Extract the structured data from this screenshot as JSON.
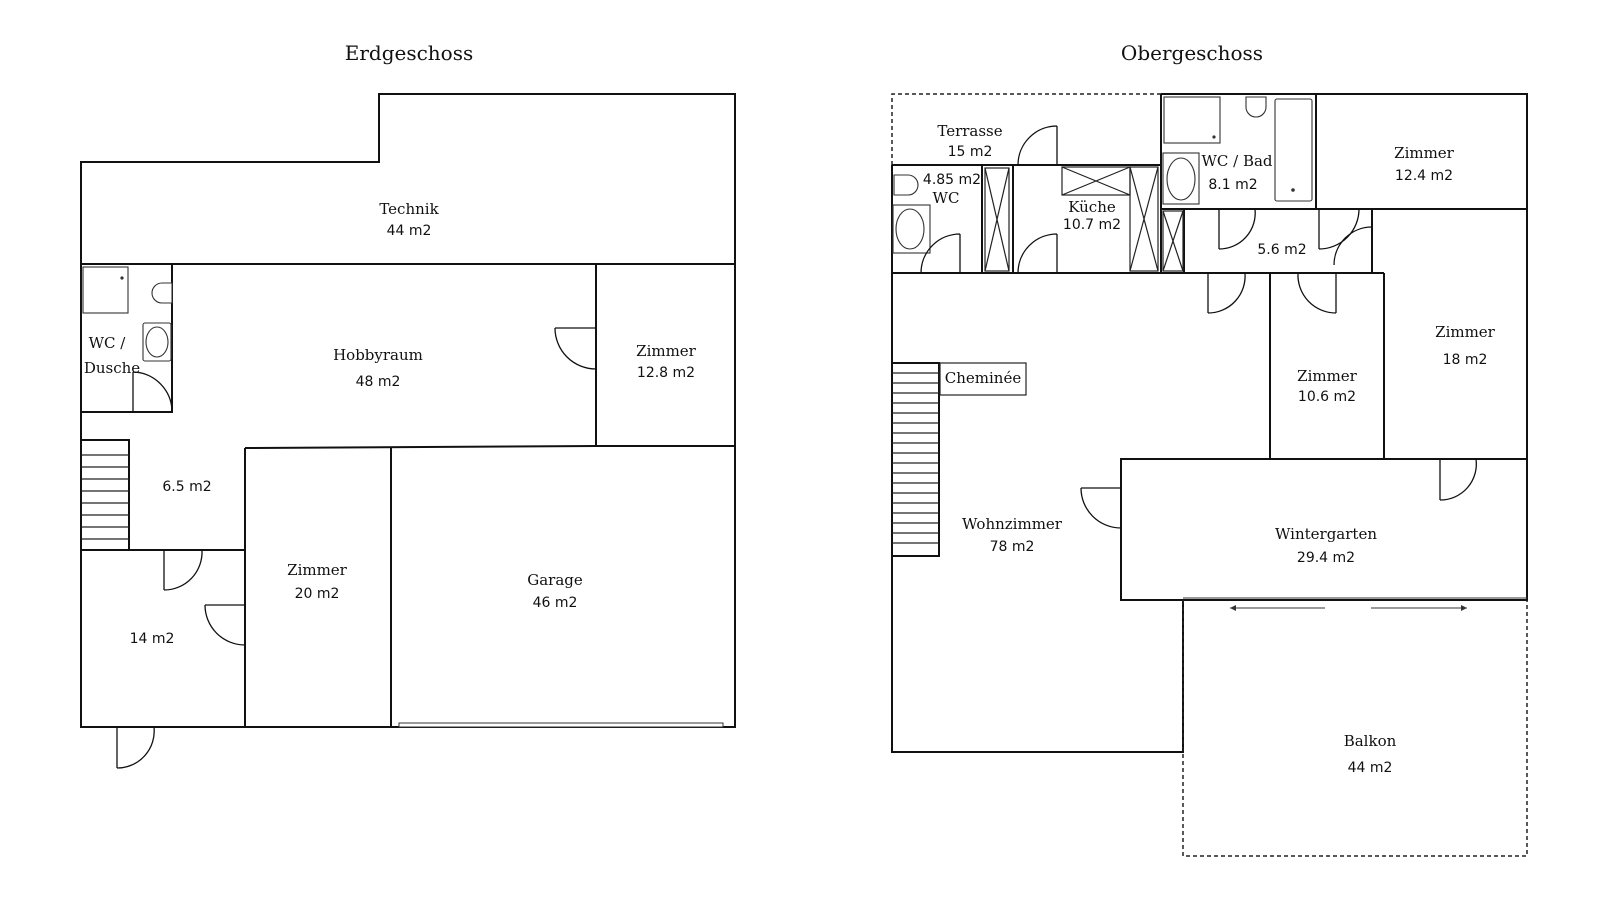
{
  "titles": {
    "ground": "Erdgeschoss",
    "upper": "Obergeschoss"
  },
  "ground_floor": {
    "technik": {
      "name": "Technik",
      "area": "44 m2"
    },
    "wc_dusche": {
      "name_line1": "WC /",
      "name_line2": "Dusche"
    },
    "hobbyraum": {
      "name": "Hobbyraum",
      "area": "48 m2"
    },
    "zimmer_a": {
      "name": "Zimmer",
      "area": "12.8 m2"
    },
    "flur": {
      "area": "6.5 m2"
    },
    "zimmer_b": {
      "name": "Zimmer",
      "area": "20 m2"
    },
    "garage": {
      "name": "Garage",
      "area": "46 m2"
    },
    "raum_14": {
      "area": "14 m2"
    }
  },
  "upper_floor": {
    "terrasse": {
      "name": "Terrasse",
      "area": "15 m2"
    },
    "wc": {
      "name": "WC",
      "area": "4.85 m2"
    },
    "kueche": {
      "name": "Küche",
      "area": "10.7 m2"
    },
    "wc_bad": {
      "name": "WC / Bad",
      "area": "8.1 m2"
    },
    "zimmer_a": {
      "name": "Zimmer",
      "area": "12.4 m2"
    },
    "flur": {
      "area": "5.6 m2"
    },
    "cheminee": {
      "name": "Cheminée"
    },
    "zimmer_b": {
      "name": "Zimmer",
      "area": "10.6 m2"
    },
    "zimmer_c": {
      "name": "Zimmer",
      "area": "18 m2"
    },
    "wohnzimmer": {
      "name": "Wohnzimmer",
      "area": "78 m2"
    },
    "wintergarten": {
      "name": "Wintergarten",
      "area": "29.4 m2"
    },
    "balkon": {
      "name": "Balkon",
      "area": "44 m2"
    }
  }
}
